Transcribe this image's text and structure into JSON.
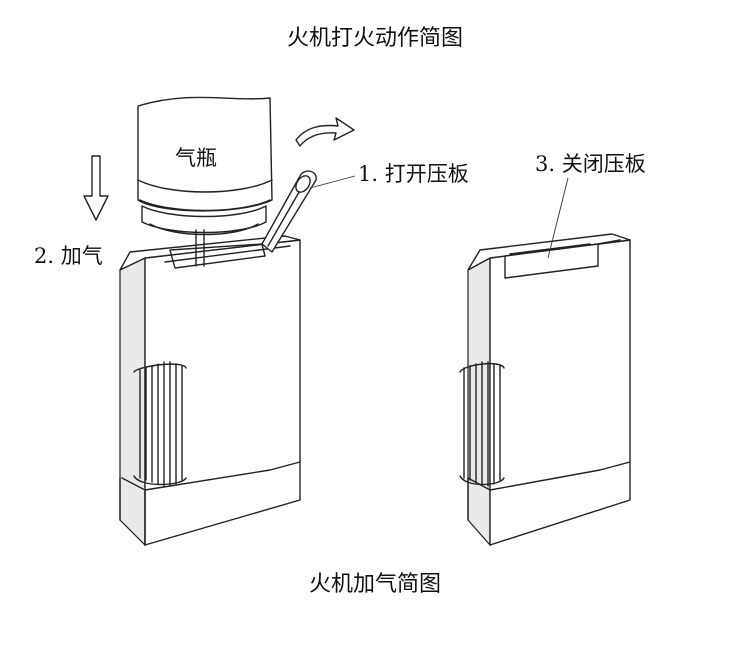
{
  "diagram": {
    "title_top": "火机打火动作简图",
    "title_bottom": "火机加气简图",
    "gas_bottle_label": "气瓶",
    "step1_label": "1. 打开压板",
    "step2_label": "2. 加气",
    "step3_label": "3. 关闭压板"
  },
  "icons": {
    "down_arrow": "down-arrow-icon",
    "curved_arrow": "curved-right-arrow-icon"
  }
}
